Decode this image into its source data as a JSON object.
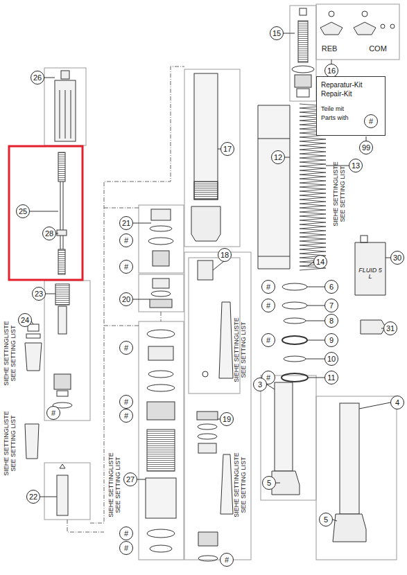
{
  "diagram": {
    "nodes": [
      {
        "text": [
          "15"
        ]
      },
      {
        "text": [
          "16"
        ]
      },
      {
        "text": [
          "26"
        ]
      },
      {
        "text": [
          "Reparatur-Kit Repair-Kit",
          "Teile mit",
          "Parts with"
        ]
      },
      {
        "text": [
          "#"
        ],
        "in": 3
      },
      {
        "text": [
          "99"
        ]
      },
      {
        "text": [
          "17"
        ]
      },
      {
        "text": [
          "12"
        ]
      },
      {
        "text": [
          "13"
        ]
      },
      {
        "text": [
          "25"
        ]
      },
      {
        "text": [
          "21"
        ]
      },
      {
        "text": [
          "28"
        ]
      },
      {
        "text": [
          "#"
        ]
      },
      {
        "text": [
          "18"
        ]
      },
      {
        "text": [
          "30"
        ]
      },
      {
        "text": [
          "14"
        ]
      },
      {
        "text": [
          "#"
        ]
      },
      {
        "text": [
          "#"
        ]
      },
      {
        "text": [
          "6"
        ]
      },
      {
        "text": [
          "23"
        ]
      },
      {
        "text": [
          "20"
        ]
      },
      {
        "text": [
          "#"
        ]
      },
      {
        "text": [
          "7"
        ]
      },
      {
        "text": [
          "24"
        ]
      },
      {
        "text": [
          "8"
        ]
      },
      {
        "text": [
          "31"
        ]
      },
      {
        "text": [
          "#"
        ]
      },
      {
        "text": [
          "9"
        ]
      },
      {
        "text": [
          "#"
        ]
      },
      {
        "text": [
          "10"
        ]
      },
      {
        "text": [
          "#"
        ]
      },
      {
        "text": [
          "11"
        ]
      },
      {
        "text": [
          "3"
        ]
      },
      {
        "text": [
          "#"
        ]
      },
      {
        "text": [
          "4"
        ]
      },
      {
        "text": [
          "#"
        ]
      },
      {
        "text": [
          "#"
        ]
      },
      {
        "text": [
          "19"
        ]
      },
      {
        "text": [
          "27"
        ]
      },
      {
        "text": [
          "5"
        ]
      },
      {
        "text": [
          "22"
        ]
      },
      {
        "text": [
          "5"
        ]
      },
      {
        "text": [
          "#"
        ]
      },
      {
        "text": [
          "#"
        ]
      },
      {
        "text": [
          "#"
        ]
      }
    ],
    "labels": [
      "REB",
      "COM",
      "FLUID 5 L",
      "SIEHE SETTINGLISTE",
      "SEE SETTING LIST",
      "SIEHE SETTINGLISTE",
      "SEE SETTING LIST",
      "SIEHE SETTINGLISTE",
      "SEE SETTING LIST",
      "SIEHE SETTINGLISTE",
      "SEE SETTING LIST",
      "SIEHE SETTINGLISTE",
      "SEE SETTING LIST",
      "SIEHE SETTINGLISTE",
      "SEE SETTING LIST"
    ]
  }
}
